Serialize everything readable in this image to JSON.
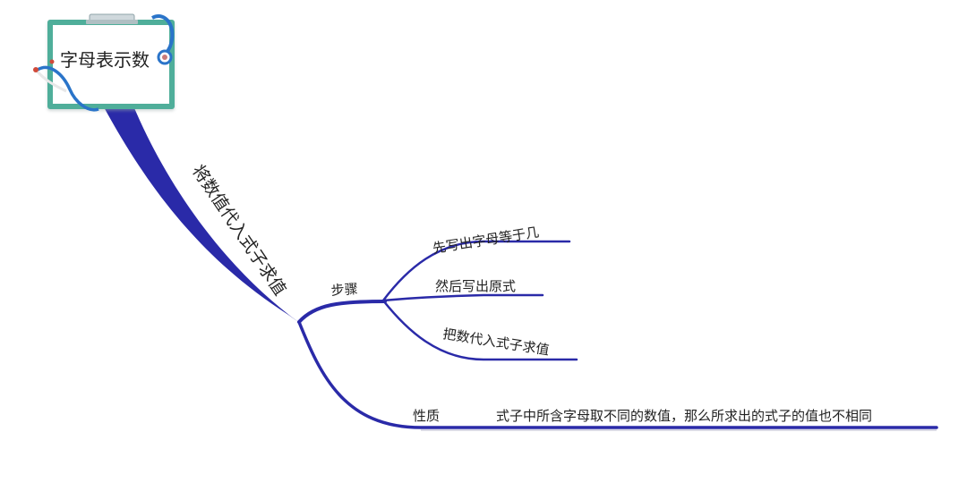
{
  "root": {
    "label": "字母表示数"
  },
  "branch": {
    "label": "将数值代入式子求值"
  },
  "steps": {
    "label": "步骤",
    "items": [
      "先写出字母等于几",
      "然后写出原式",
      "把数代入式子求值"
    ]
  },
  "property": {
    "label": "性质",
    "detail": "式子中所含字母取不同的数值，那么所求出的式子的值也不相同"
  },
  "colors": {
    "branch": "#2a2aa8",
    "board_frame": "#4fae9a",
    "stethoscope": "#2a74c9",
    "board_bg": "#ffffff"
  },
  "icons": {
    "root": "clipboard-stethoscope-icon"
  }
}
